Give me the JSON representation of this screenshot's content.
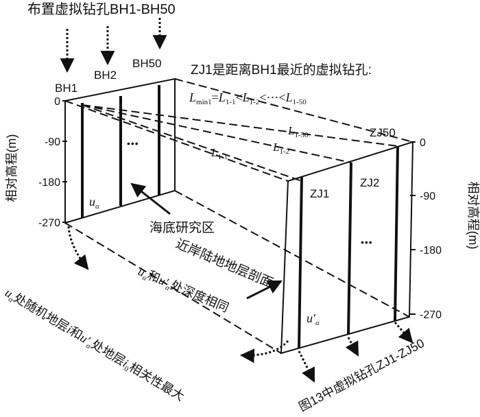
{
  "texts": {
    "top_title": "布置虚拟钻孔BH1-BH50",
    "bh1": "BH1",
    "bh2": "BH2",
    "bh50": "BH50",
    "zj1_note": "ZJ1是距离BH1最近的虚拟钻孔:",
    "l_relation": "Lmin1=L1-1<L1-2<···<L1-50",
    "l_1_50": "L1-50",
    "l_1_2": "L1-2",
    "l_1_1": "L1-1",
    "dots_left": "•••",
    "dots_right": "•••",
    "zj50": "ZJ50",
    "zj1": "ZJ1",
    "zj2": "ZJ2",
    "u_alpha": "uα",
    "u_prime_alpha": "u′α",
    "seabed_area": "海底研究区",
    "profile_label": "近岸陆地地层剖面",
    "same_depth": "uα和u′α处深度相同",
    "correlation": "uα处随机地层i和u′α处地层i0相关性最大",
    "zj_ref": "图13中虚拟钻孔ZJ1-ZJ50",
    "y_axis_label": "相对高程(m)"
  },
  "left_ticks": [
    "0",
    "-90",
    "-180",
    "-270"
  ],
  "right_ticks": [
    "0",
    "-90",
    "-180",
    "-270"
  ]
}
